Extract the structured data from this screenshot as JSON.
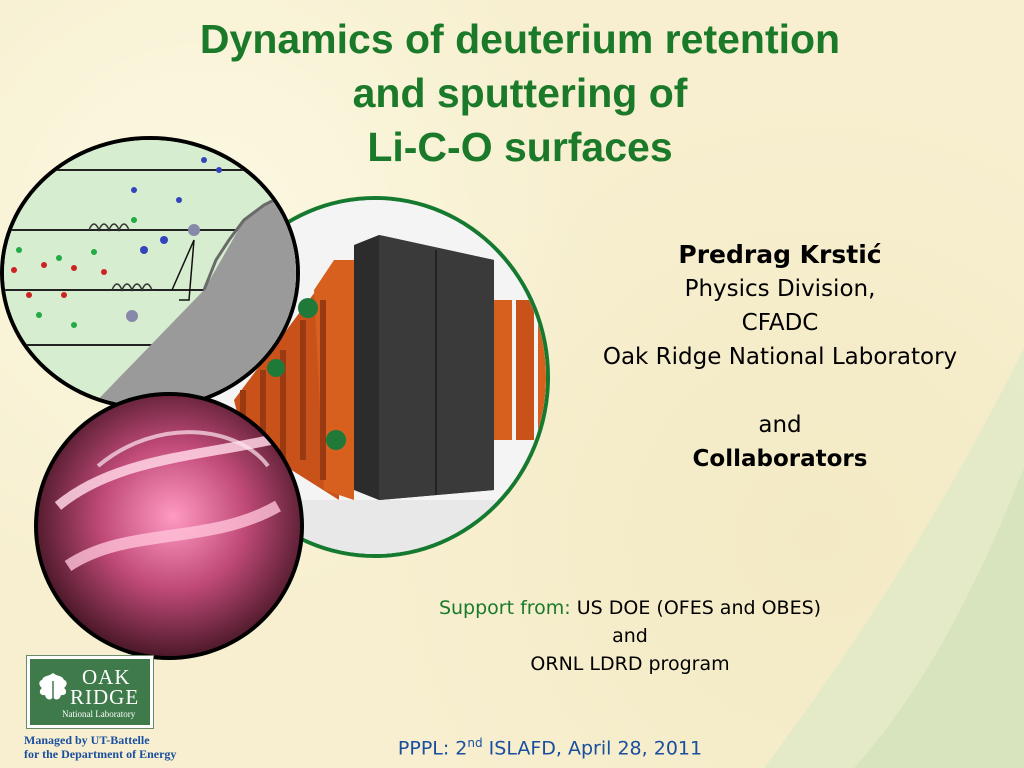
{
  "slide": {
    "title_lines": [
      "Dynamics of deuterium retention",
      "and sputtering of",
      "Li-C-O surfaces"
    ],
    "author": {
      "name": "Predrag Krstić",
      "affiliation_lines": [
        "Physics Division,",
        "CFADC",
        "Oak Ridge National Laboratory"
      ],
      "and": "and",
      "collaborators": "Collaborators"
    },
    "support": {
      "label": "Support from:",
      "line1": "US DOE (OFES and OBES)",
      "line2": "and",
      "line3": "ORNL LDRD program"
    },
    "footer": {
      "event_prefix": "PPPL: 2",
      "event_sup": "nd",
      "event_suffix": " ISLAFD, April 28, 2011",
      "managed_line1": "Managed by UT-Battelle",
      "managed_line2": "for the Department of Energy"
    },
    "logo": {
      "word1": "OAK",
      "word2": "RIDGE",
      "sub": "National Laboratory"
    }
  },
  "colors": {
    "title_green": "#1a7a2a",
    "footer_blue": "#1a4fa0",
    "logo_green": "#3f7a4a",
    "background": "#f7efcf"
  }
}
